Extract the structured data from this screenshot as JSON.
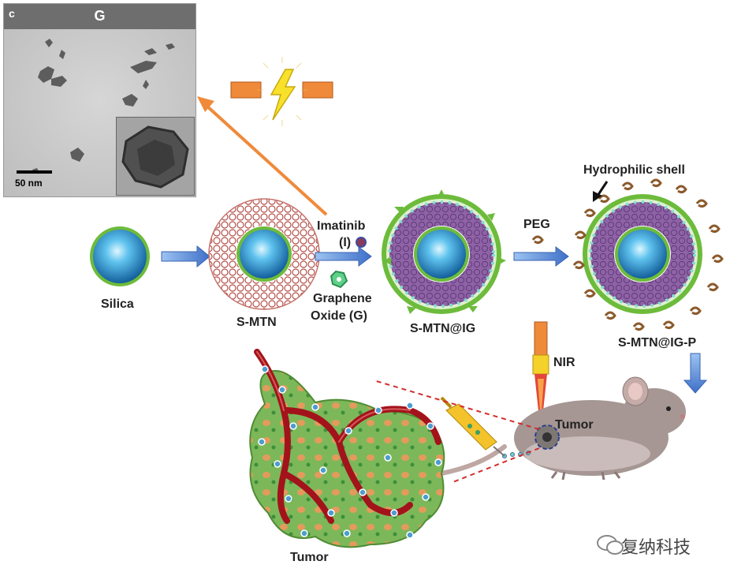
{
  "panel": {
    "letter": "c",
    "label": "G",
    "scale": "50 nm"
  },
  "steps": {
    "silica": "Silica",
    "smtn": "S-MTN",
    "imatinib": "Imatinib",
    "imatinib_symbol": "(I)",
    "graphene_line1": "Graphene",
    "graphene_line2": "Oxide (G)",
    "smtn_ig": "S-MTN@IG",
    "peg": "PEG",
    "hydrophilic": "Hydrophilic shell",
    "smtn_igp": "S-MTN@IG-P",
    "nir": "NIR",
    "tumor_mouse": "Tumor",
    "tumor_tissue": "Tumor"
  },
  "watermark": "复纳科技",
  "colors": {
    "arrow_blue": "#4f7fd0",
    "arrow_orange": "#ef8a3a",
    "core": "#1e8fc8",
    "shell_green": "#6dbb3b",
    "vessel": "#a3131b",
    "tissue": "#7cb85a",
    "drug_purple": "#8a4a8a"
  }
}
